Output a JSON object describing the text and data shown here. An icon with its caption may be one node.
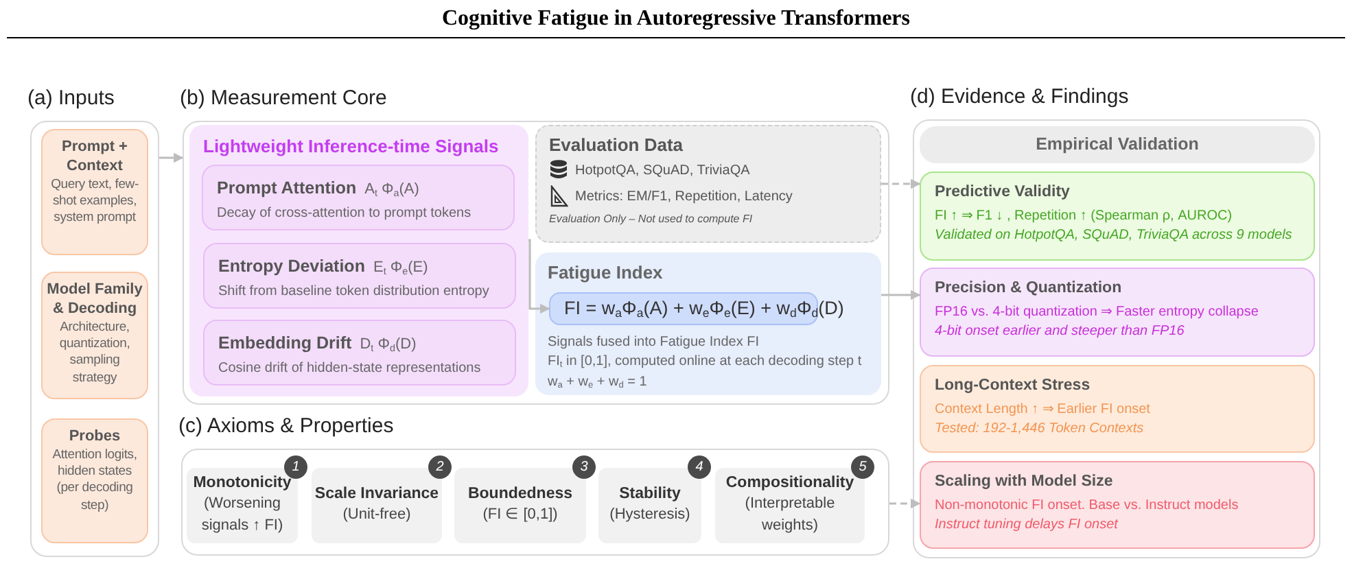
{
  "diagram": {
    "title": "Cognitive Fatigue in Autoregressive Transformers",
    "nodes": [
      {
        "text": [
          "(a) Inputs"
        ]
      },
      {
        "text": [
          "Prompt + Context",
          "Query text, few-shot examples, system prompt"
        ],
        "in": 0
      },
      {
        "text": [
          "Model Family & Decoding",
          "Architecture, quantization, sampling strategy"
        ],
        "in": 0
      },
      {
        "text": [
          "Probes",
          "Attention logits, hidden states (per decoding step)"
        ],
        "in": 0
      },
      {
        "text": [
          "(b) Measurement Core"
        ]
      },
      {
        "text": [
          "Lightweight Inference-time Signals"
        ],
        "in": 4
      },
      {
        "text": [
          "Prompt Attention",
          "A$_{t}$ Φ$_{a}$(A)",
          "Decay of cross-attention to prompt tokens"
        ],
        "in": 5
      },
      {
        "text": [
          "Entropy Deviation",
          "E$_{t}$ Φ$_{e}$(E)",
          "Shift from baseline token distribution entropy"
        ],
        "in": 5
      },
      {
        "text": [
          "Embedding Drift",
          "D$_{t}$ Φ$_{d}$(D)",
          "Cosine drift of hidden-state representations"
        ],
        "in": 5
      },
      {
        "text": [
          "Evaluation Data",
          "HotpotQA, SQuAD, TriviaQA",
          "Metrics: EM/F1, Repetition, Latency",
          "Evaluation Only – Not used to compute FI"
        ],
        "in": 4
      },
      {
        "text": [
          "Fatigue Index",
          "Signals fused into Fatigue Index FI",
          "FI$_{t}$ in [0,1], computed online at each decoding step t",
          "w$_{a}$ + w$_{e}$ + w$_{d}$ = 1"
        ],
        "in": 4
      },
      {
        "text": [
          "FI = w$_{a}$Φ$_{a}$(A) + w$_{e}$Φ$_{e}$(E) + w$_{d}$Φ$_{d}$(D)"
        ],
        "in": 10
      },
      {
        "text": [
          "(c) Axioms & Properties"
        ]
      },
      {
        "text": [
          "Monotonicity",
          "(Worsening signals ↑ FI)"
        ],
        "beside": [
          "1"
        ],
        "in": 12
      },
      {
        "text": [
          "Scale Invariance",
          "(Unit-free)"
        ],
        "beside": [
          "2"
        ],
        "in": 12
      },
      {
        "text": [
          "Boundedness",
          "(FI ∈ [0,1])"
        ],
        "beside": [
          "3"
        ],
        "in": 12
      },
      {
        "text": [
          "Stability",
          "(Hysteresis)"
        ],
        "beside": [
          "4"
        ],
        "in": 12
      },
      {
        "text": [
          "Compositionality",
          "(Interpretable weights)"
        ],
        "beside": [
          "5"
        ],
        "in": 12
      },
      {
        "text": [
          "(d) Evidence & Findings"
        ]
      },
      {
        "text": [
          "Empirical Validation"
        ],
        "in": 18
      },
      {
        "text": [
          "Predictive Validity",
          "FI ↑ ⇒ F1 ↓ , Repetition ↑ (Spearman ρ, AUROC)",
          "Validated on HotpotQA, SQuAD, TriviaQA across 9 models"
        ],
        "in": 18
      },
      {
        "text": [
          "Precision & Quantization",
          "FP16 vs. 4-bit quantization ⇒ Faster entropy collapse",
          "4-bit onset earlier and steeper than FP16"
        ],
        "in": 18
      },
      {
        "text": [
          "Long-Context Stress",
          "Context Length ↑ ⇒ Earlier FI onset",
          "Tested: 192-1,446 Token Contexts"
        ],
        "in": 18
      },
      {
        "text": [
          "Scaling with Model Size",
          "Non-monotonic FI onset. Base vs. Instruct models",
          "Instruct tuning delays FI onset"
        ],
        "in": 18
      }
    ],
    "edges": [
      {
        "from": 0,
        "to": 4,
        "arrow": "to"
      },
      {
        "from": 5,
        "to": 11,
        "arrow": "to"
      },
      {
        "from": 9,
        "to": 20,
        "arrow": "to",
        "style": "dashed"
      },
      {
        "from": 10,
        "to": 21,
        "arrow": "to"
      },
      {
        "from": 12,
        "to": 23,
        "arrow": "to",
        "style": "dashed"
      }
    ]
  }
}
